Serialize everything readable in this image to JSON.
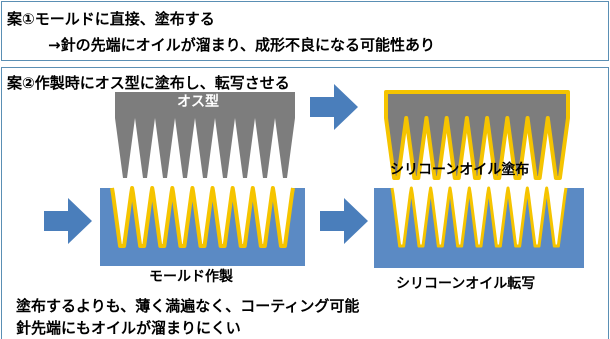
{
  "plan1": {
    "title": "案①モールドに直接、塗布する",
    "result": "→針の先端にオイルが溜まり、成形不良になる可能性あり"
  },
  "plan2": {
    "title": "案②作製時にオス型に塗布し、転写させる",
    "male_mold_label": "オス型",
    "oil_coated_label": "シリコーンオイル塗布",
    "mold_made_label": "モールド作製",
    "oil_transfer_label": "シリコーンオイル転写",
    "conclusion_line1": "塗布するよりも、薄く満遍なく、コーティング可能",
    "conclusion_line2": "針先端にもオイルが溜まりにくい"
  },
  "colors": {
    "mold_gray": "#7d7d7d",
    "mold_blue": "#5b8ac4",
    "oil_yellow": "#f5c400",
    "arrow_blue": "#4a7ebb",
    "border": "#5a8fb4"
  }
}
